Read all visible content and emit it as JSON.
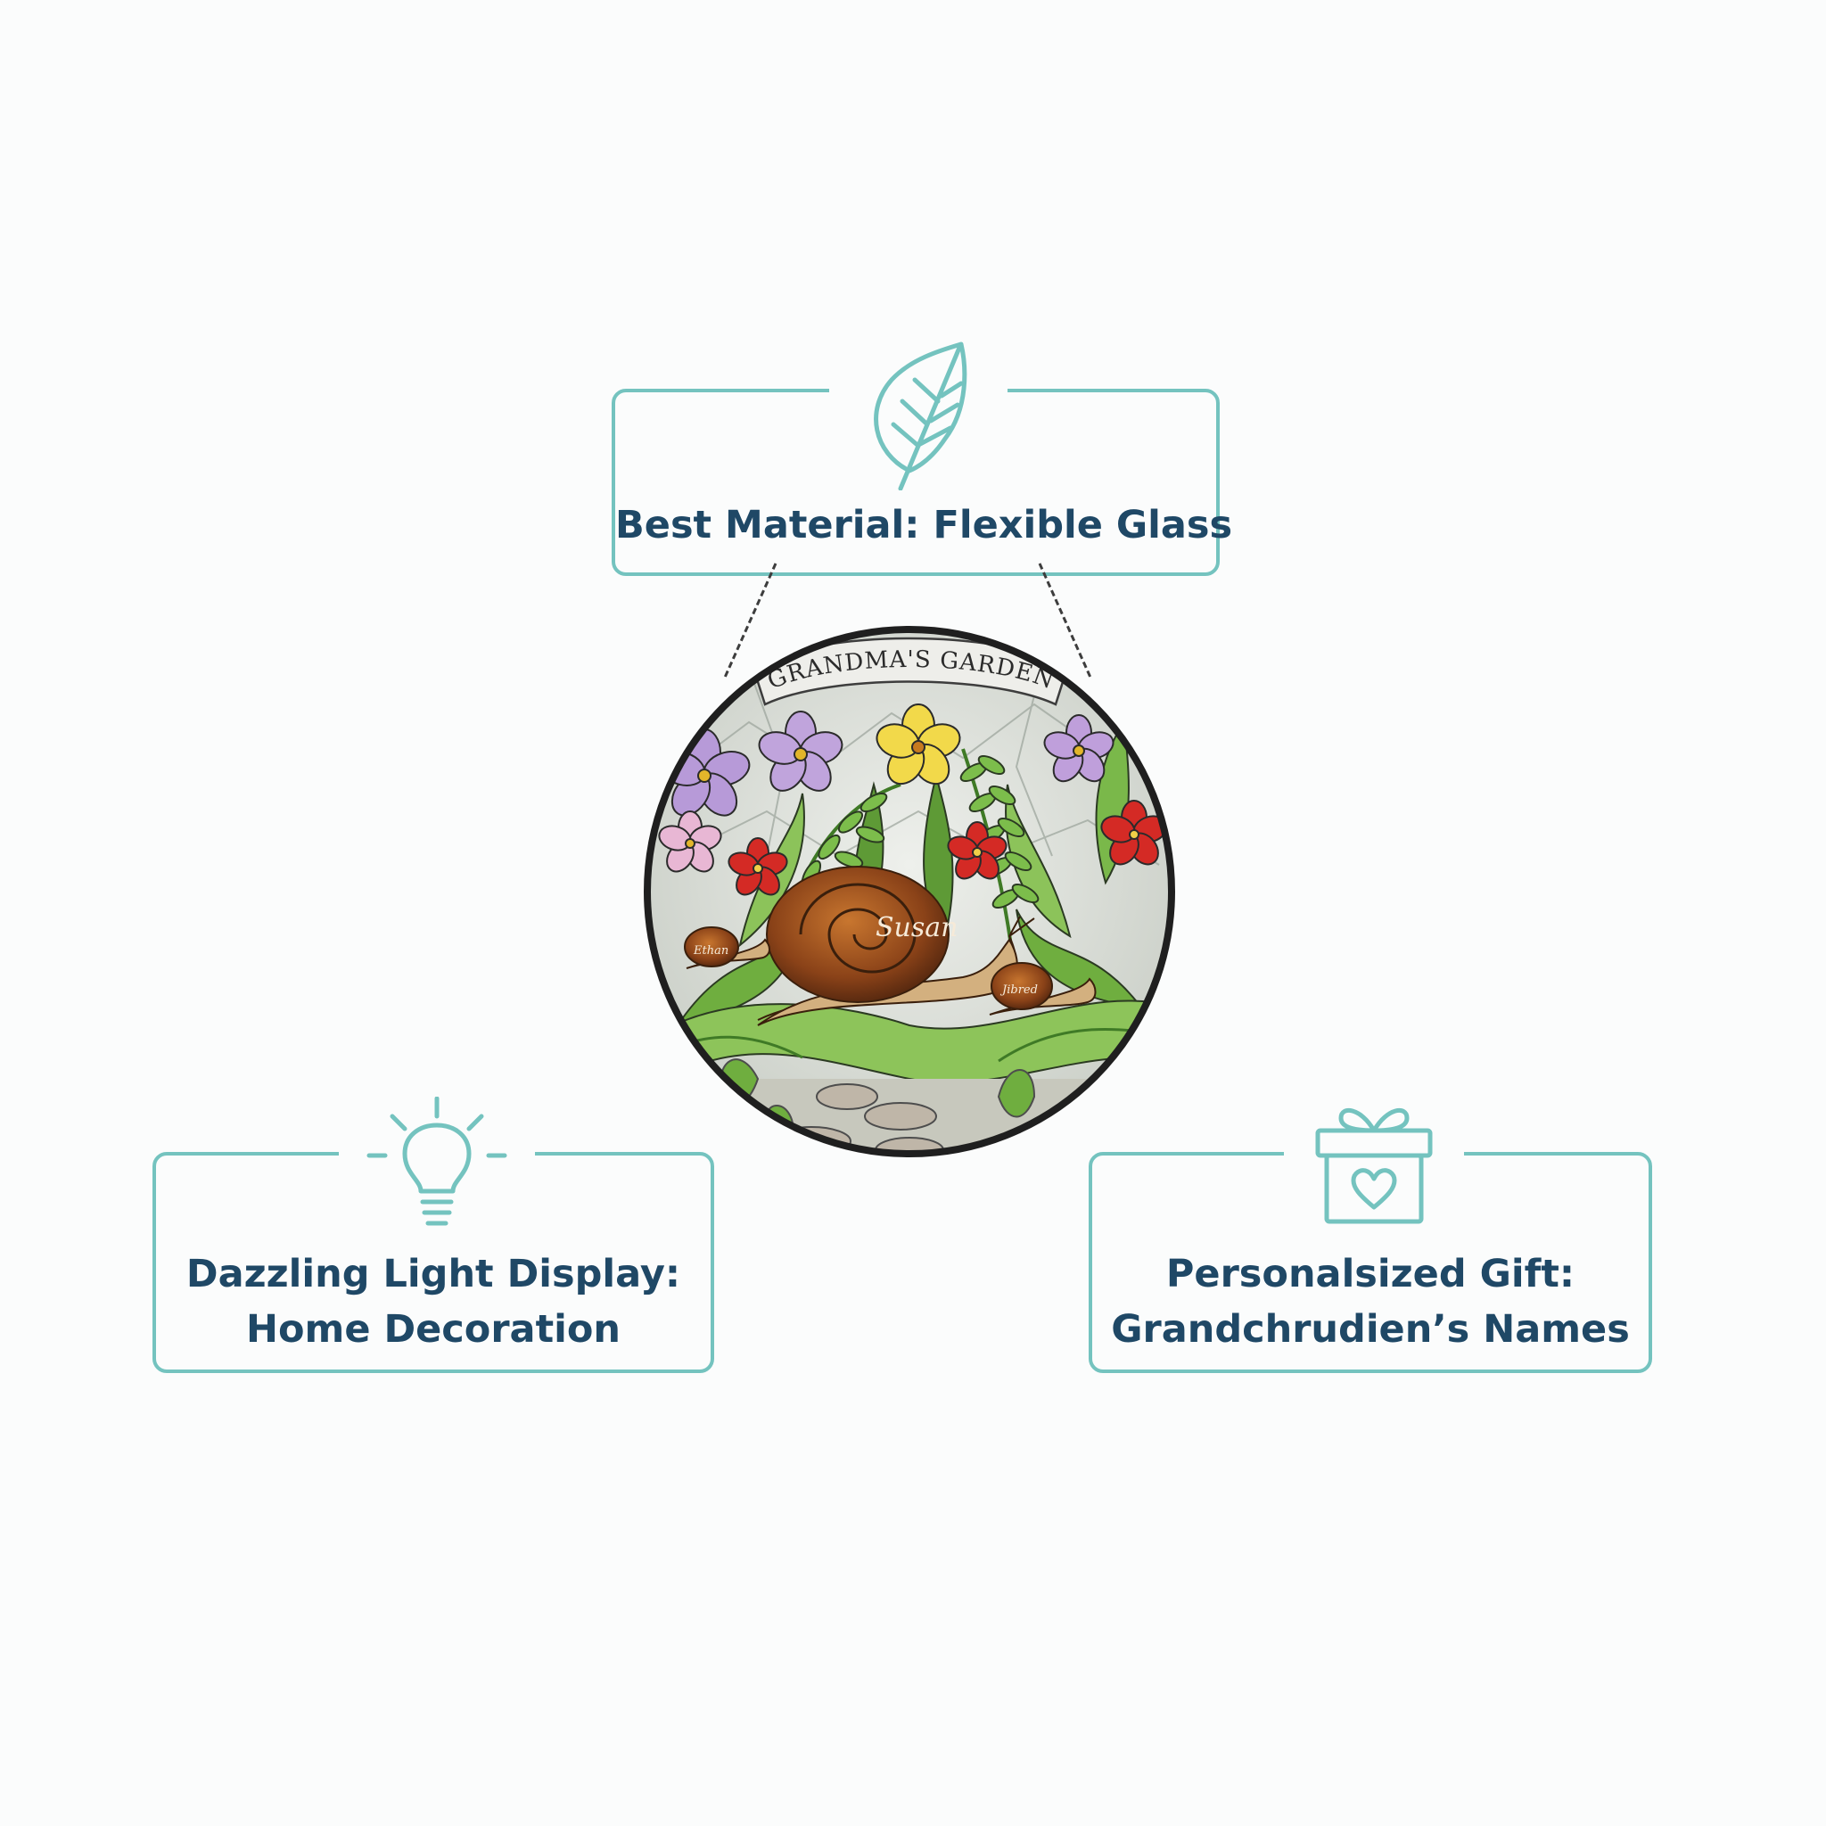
{
  "features": {
    "material": {
      "icon": "leaf-icon",
      "text": "Best Material: Flexible Glass"
    },
    "light": {
      "icon": "lightbulb-icon",
      "line1": "Dazzling Light Display:",
      "line2": "Home Decoration"
    },
    "gift": {
      "icon": "gift-box-heart-icon",
      "line1": "Personalsized Gift:",
      "line2": "Grandchrudien’s Names"
    }
  },
  "product": {
    "banner_text": "GRANDMA'S GARDEN",
    "main_name": "Susan",
    "small_name_left": "Ethan",
    "small_name_right": "Jibred"
  },
  "colors": {
    "accent_teal": "#74c3bf",
    "text_navy": "#1f4866"
  }
}
